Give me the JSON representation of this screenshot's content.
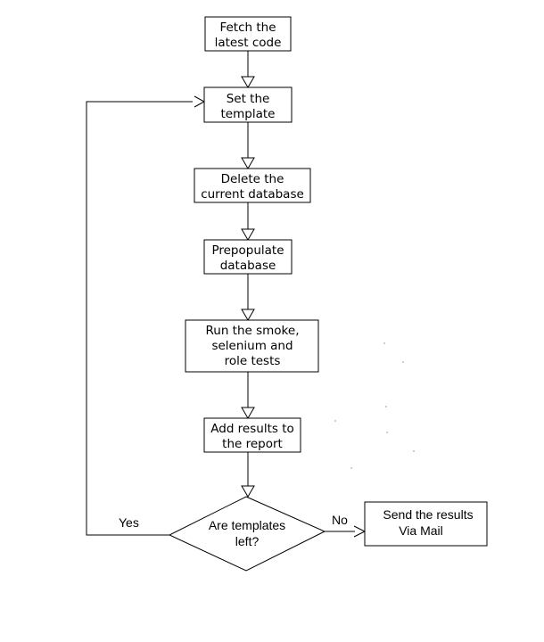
{
  "nodes": {
    "fetch": {
      "line1": "Fetch the",
      "line2": "latest code"
    },
    "set_template": {
      "line1": "Set the",
      "line2": "template"
    },
    "delete_db": {
      "line1": "Delete the",
      "line2": "current database"
    },
    "prepopulate": {
      "line1": "Prepopulate",
      "line2": "database"
    },
    "run_tests": {
      "line1": "Run the smoke,",
      "line2": "selenium and",
      "line3": "role tests"
    },
    "add_results": {
      "line1": "Add results to",
      "line2": "the report"
    },
    "decision": {
      "line1": "Are templates",
      "line2": "left?"
    },
    "send_results": {
      "line1": "Send the results",
      "line2": "Via Mail"
    }
  },
  "edges": {
    "yes_label": "Yes",
    "no_label": "No"
  }
}
